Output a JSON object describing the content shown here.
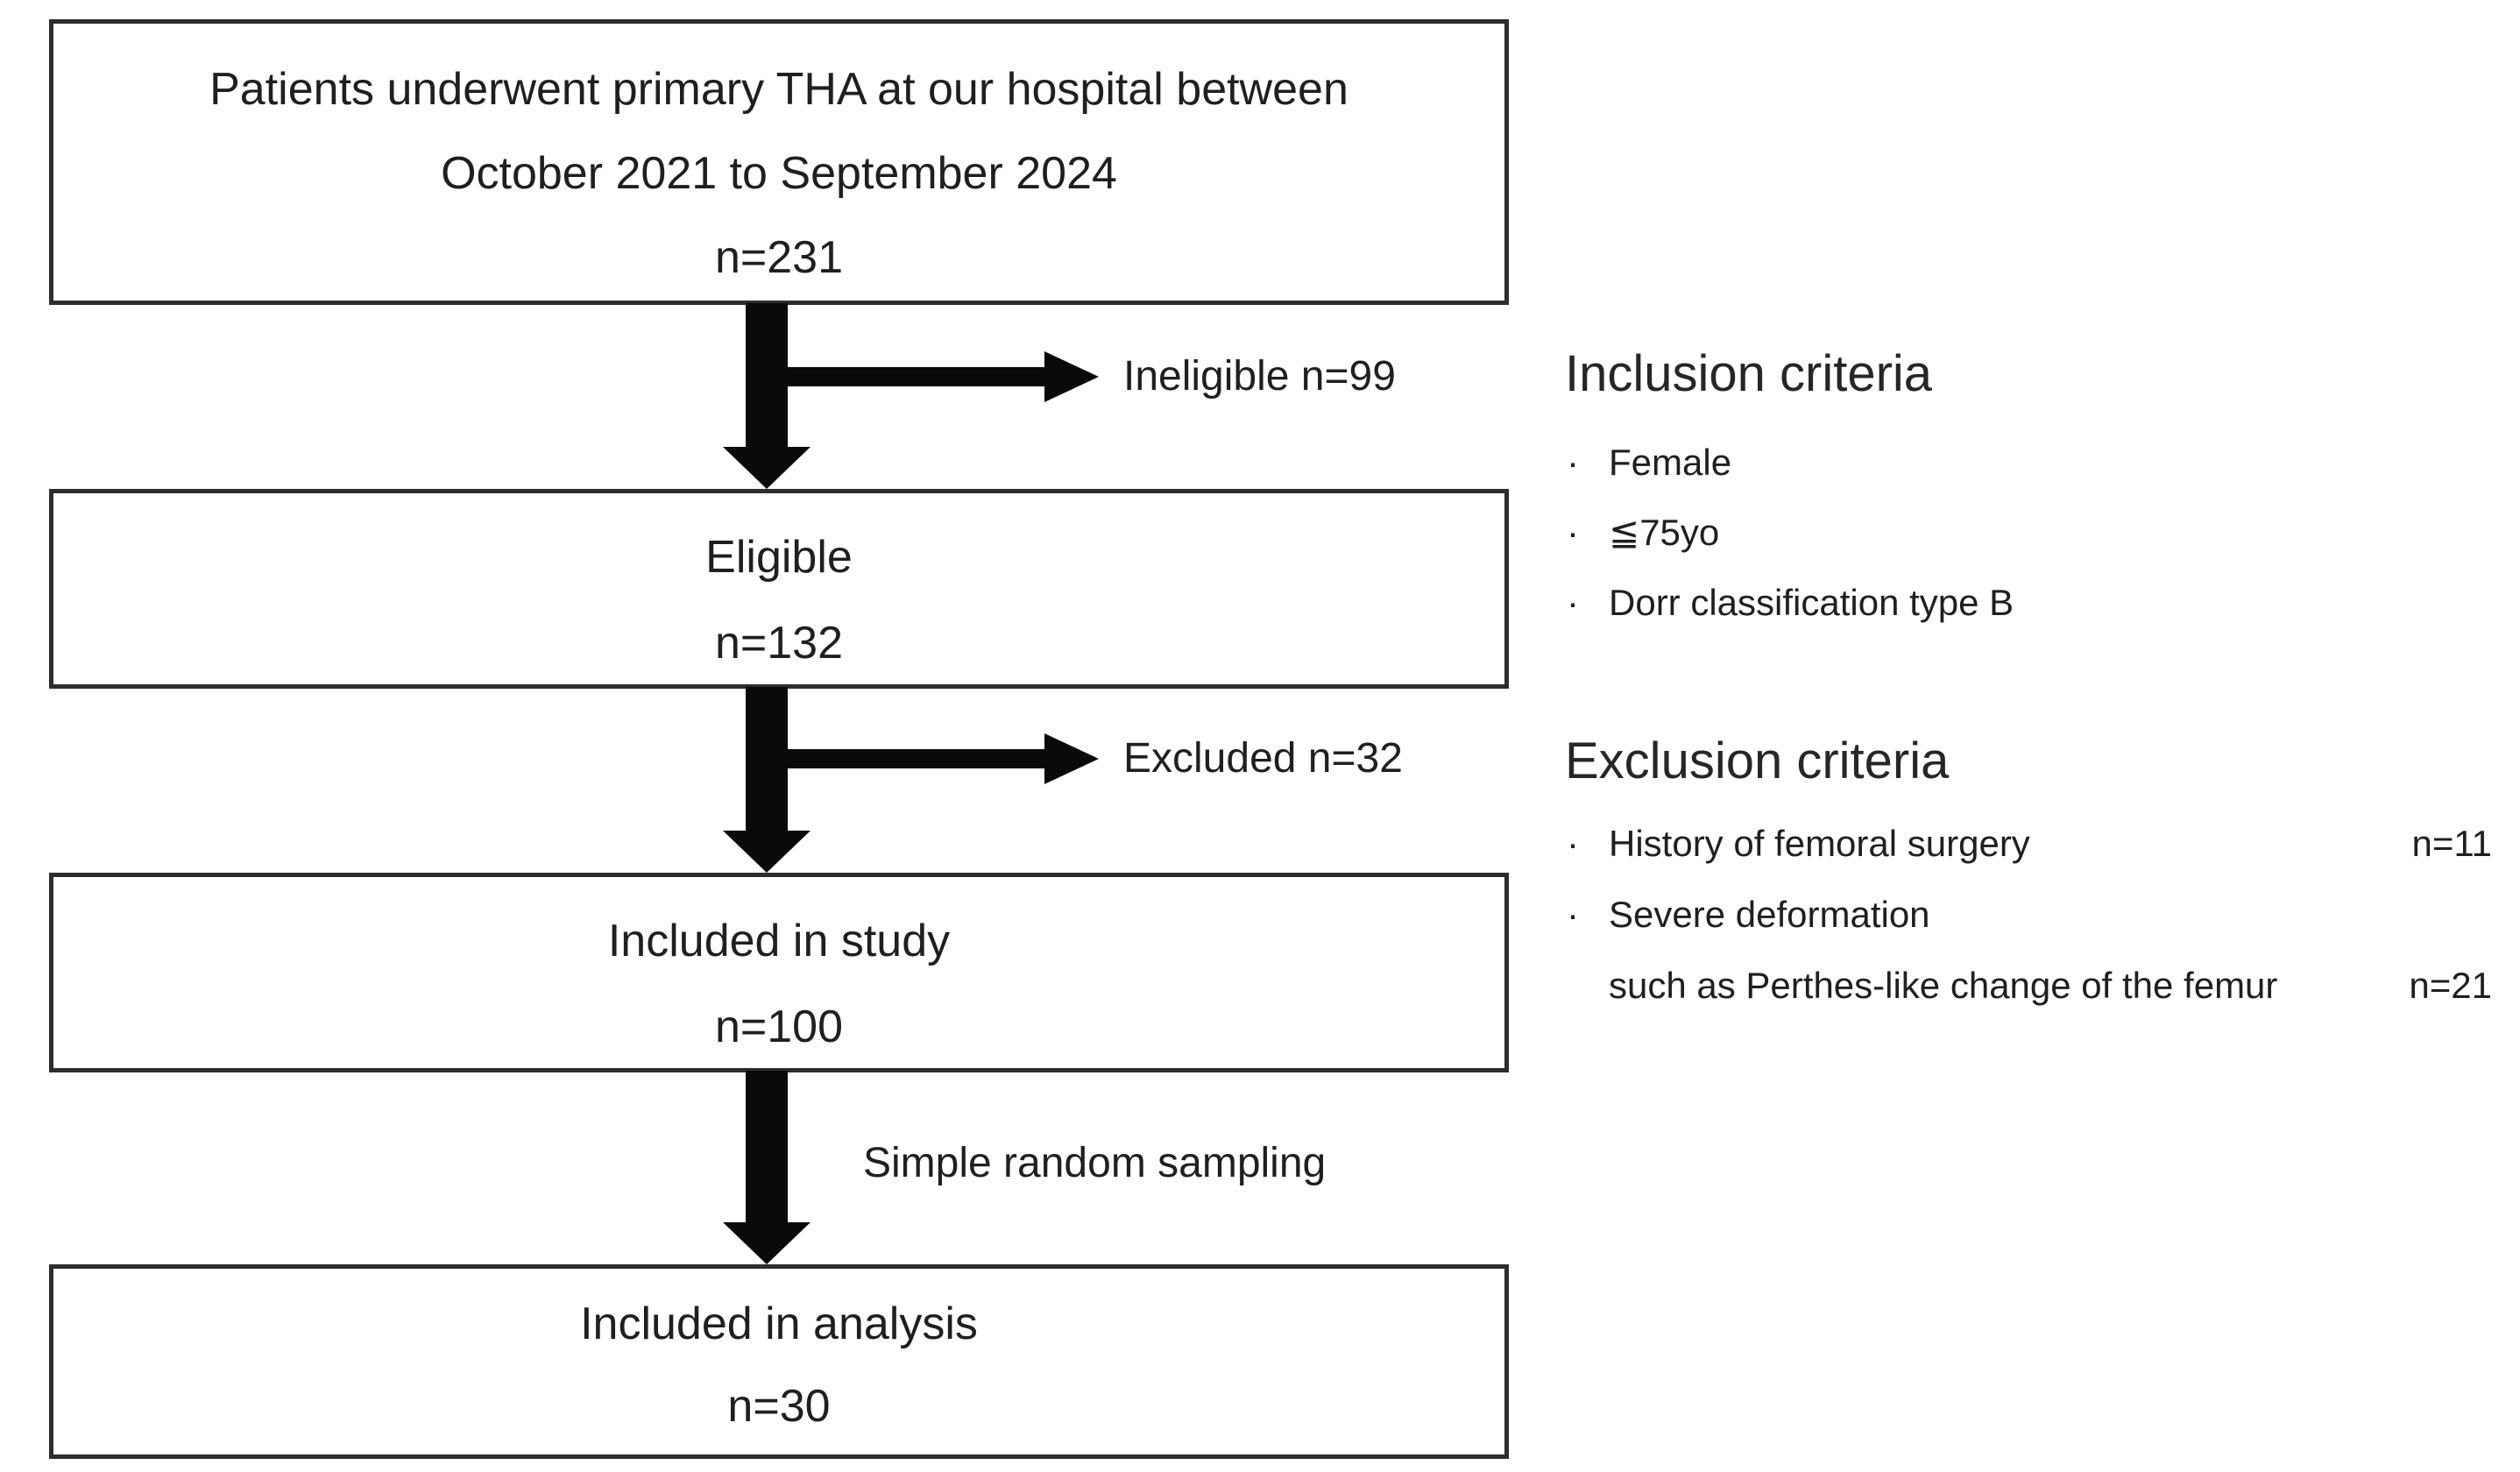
{
  "flow": {
    "boxes": [
      {
        "name": "initial-cohort",
        "lines": [
          "Patients underwent primary THA at our hospital between",
          "October 2021 to September 2024",
          "n=231"
        ]
      },
      {
        "name": "eligible",
        "lines": [
          "Eligible",
          "n=132"
        ]
      },
      {
        "name": "included-in-study",
        "lines": [
          "Included in study",
          "n=100"
        ]
      },
      {
        "name": "included-in-analysis",
        "lines": [
          "Included in analysis",
          "n=30"
        ]
      }
    ],
    "branches": [
      {
        "label": "Ineligible n=99"
      },
      {
        "label": "Excluded n=32"
      }
    ],
    "sampling_label": "Simple random sampling"
  },
  "inclusion": {
    "heading": "Inclusion criteria",
    "items": [
      "Female",
      "≦75yo",
      "Dorr classification type B"
    ]
  },
  "exclusion": {
    "heading": "Exclusion criteria",
    "rows": [
      {
        "text": "History of femoral surgery",
        "n": "n=11"
      },
      {
        "text": "Severe deformation",
        "n": ""
      },
      {
        "text": "such as Perthes-like change of the femur",
        "n": "n=21"
      }
    ]
  },
  "ui": {
    "bullet_char": "·"
  },
  "colors": {
    "ink": "#1f1f1f",
    "box_border": "#2d2d2d",
    "arrow": "#0a0a0a",
    "background": "#ffffff"
  }
}
